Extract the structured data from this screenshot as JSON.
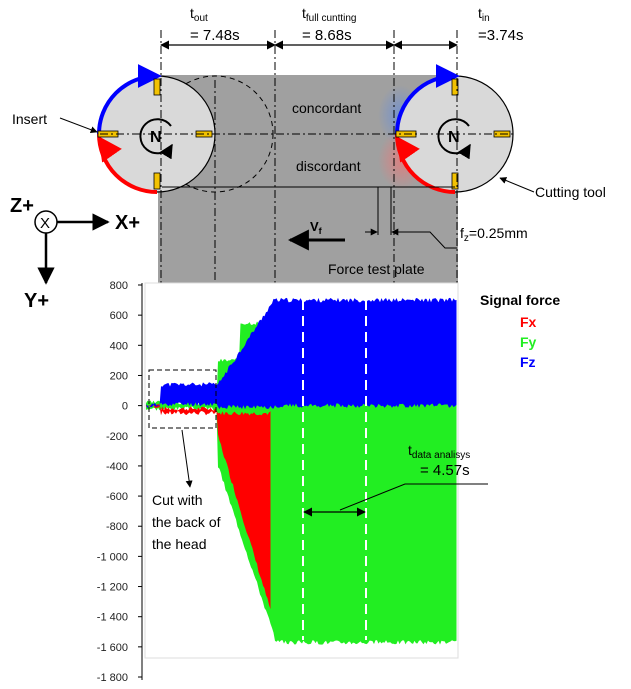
{
  "timing": {
    "t_out_base": "t",
    "t_out_sub": "out",
    "t_out_value": "= 7.48s",
    "t_full_base": "t",
    "t_full_sub": "full cuntting",
    "t_full_value": "= 8.68s",
    "t_in_base": "t",
    "t_in_sub": "in",
    "t_in_value": "=3.74s",
    "t_data_base": "t",
    "t_data_sub": "data analisys",
    "t_data_value": "= 4.57s"
  },
  "labels": {
    "insert": "Insert",
    "cutting_tool": "Cutting tool",
    "concordant": "concordant",
    "discordant": "discordant",
    "force_test_plate": "Force test plate",
    "vf_base": "V",
    "vf_sub": "f",
    "fz_base": "f",
    "fz_sub": "z",
    "fz_value": "=0.25mm",
    "rotation_left": "N",
    "rotation_right": "N",
    "cut_back_line1": "Cut with",
    "cut_back_line2": "the back of",
    "cut_back_line3": "the head"
  },
  "axes_icon": {
    "z": "Z+",
    "x": "X+",
    "y": "Y+",
    "center": "X"
  },
  "legend": {
    "title": "Signal force",
    "items": [
      {
        "label": "Fx",
        "color": "#ff0000"
      },
      {
        "label": "Fy",
        "color": "#22ee22"
      },
      {
        "label": "Fz",
        "color": "#0000ff"
      }
    ]
  },
  "chart_data": {
    "type": "area",
    "ylim": [
      -1800,
      800
    ],
    "yticks": [
      "800",
      "600",
      "400",
      "200",
      "0",
      "-200",
      "-400",
      "-600",
      "-800",
      "-1 000",
      "-1 200",
      "-1 400",
      "-1 600",
      "-1 800"
    ],
    "series": [
      {
        "name": "Fx",
        "color": "#ff0000"
      },
      {
        "name": "Fy",
        "color": "#22ee22"
      },
      {
        "name": "Fz",
        "color": "#0000ff"
      }
    ]
  },
  "colors": {
    "plate": "#a0a0a0",
    "tool_fill": "#d9d9d9",
    "insert_yellow": "#f2c200",
    "arc_blue": "#0000ff",
    "arc_red": "#ff0000"
  }
}
